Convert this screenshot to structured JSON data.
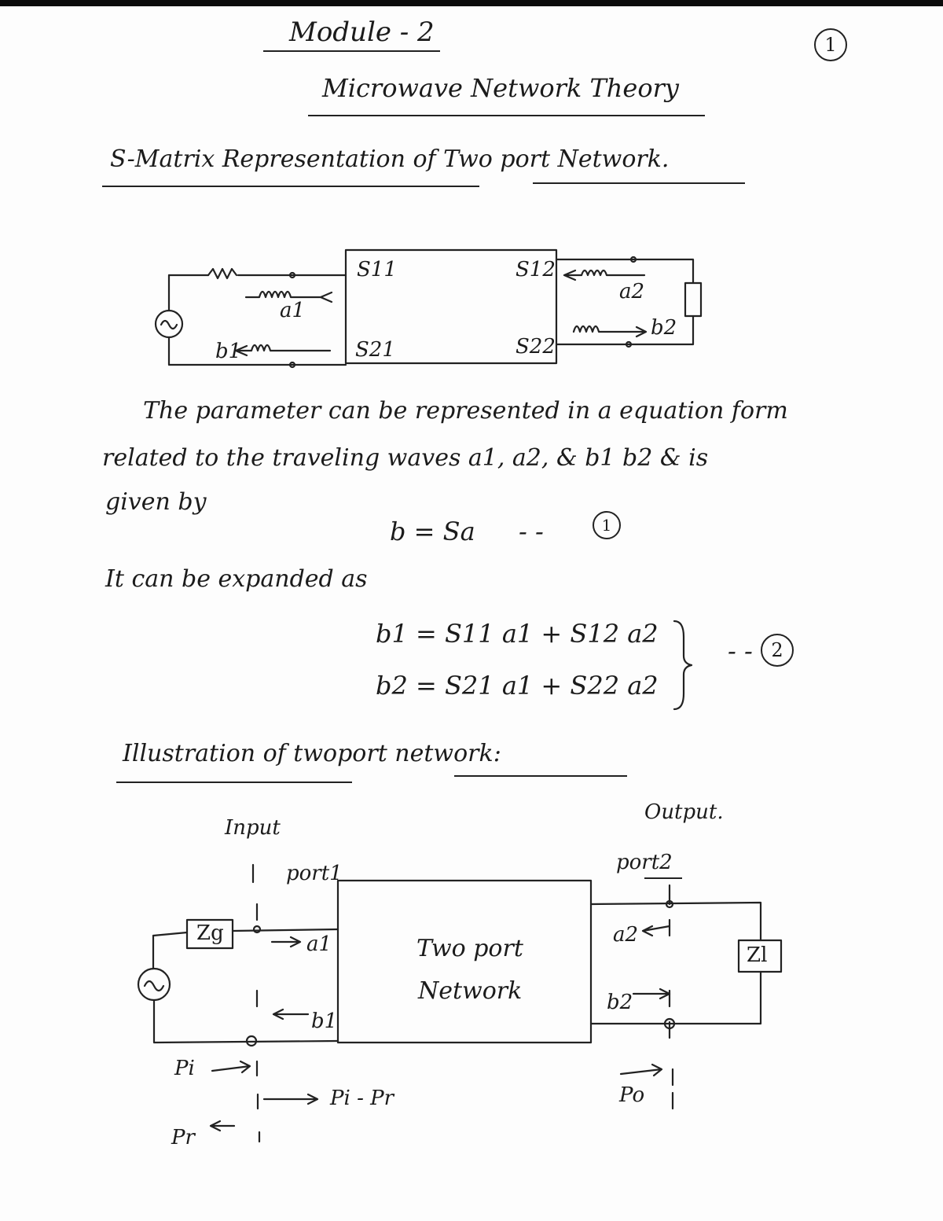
{
  "header": {
    "module": "Module - 2",
    "page_number": "1",
    "title": "Microwave Network Theory",
    "heading": "S-Matrix Representation of Two port Network."
  },
  "diagram1": {
    "s11": "S11",
    "s12": "S12",
    "s21": "S21",
    "s22": "S22",
    "a1": "a1",
    "a2": "a2",
    "b1": "b1",
    "b2": "b2"
  },
  "text": {
    "line1": "The parameter can be represented in a equation form",
    "line2": "related to the traveling waves a1, a2, & b1 b2 & is",
    "line3": "given by",
    "eq1": "b = Sa",
    "eq1_num": "1",
    "line4": "It can be expanded as",
    "eq2a": "b1 = S11 a1 + S12 a2",
    "eq2b": "b2 = S21 a1 + S22 a2",
    "eq2_num": "2"
  },
  "section2": {
    "heading": "Illustration of twoport network:"
  },
  "diagram2": {
    "input": "Input",
    "output": "Output.",
    "port1": "port1",
    "port2": "port2",
    "zg": "Zg",
    "zl": "Zl",
    "block_line1": "Two port",
    "block_line2": "Network",
    "a1": "a1",
    "b1": "b1",
    "a2": "a2",
    "b2": "b2",
    "pi": "Pi",
    "pi_minus_pr": "Pi - Pr",
    "pr": "Pr",
    "po": "Po"
  }
}
